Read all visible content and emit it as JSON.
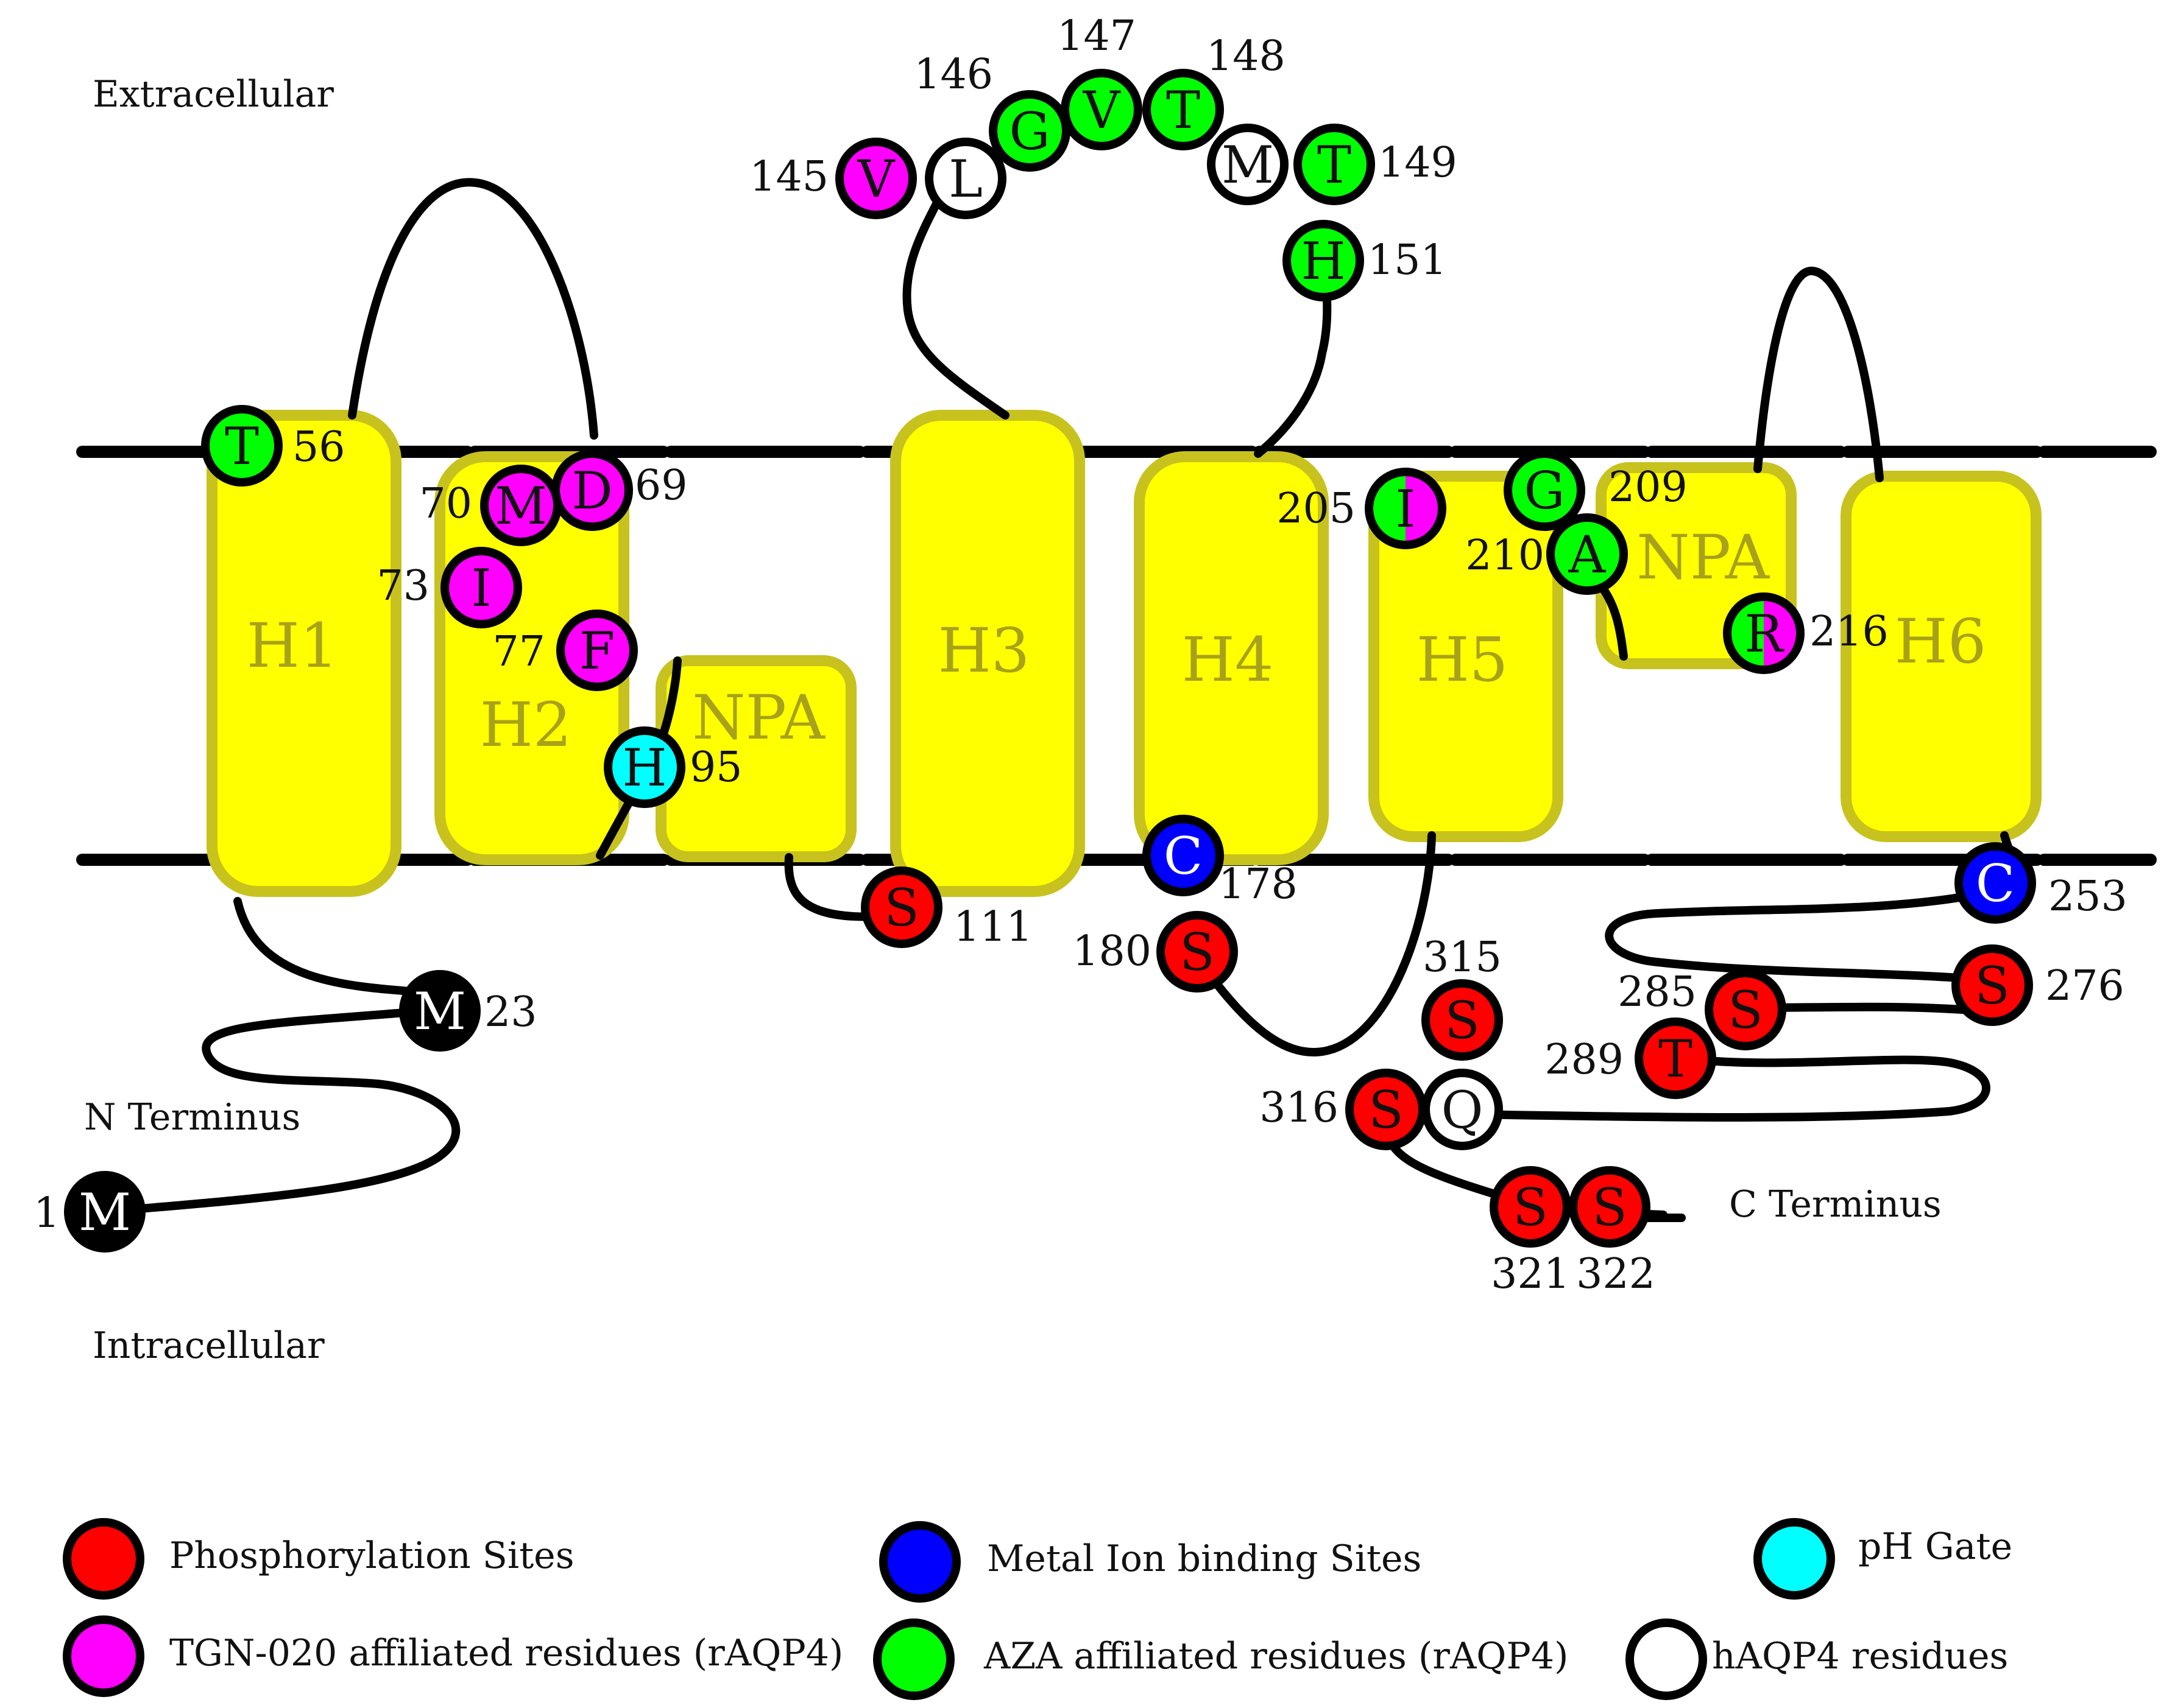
{
  "regions": {
    "extracellular": "Extracellular",
    "intracellular": "Intracellular",
    "n_terminus": "N Terminus",
    "c_terminus": "C Terminus"
  },
  "colors": {
    "phosphorylation": "#ff0000",
    "metal": "#0000ff",
    "ph_gate": "#00ffff",
    "tgn": "#ff00ff",
    "aza": "#00ff00",
    "haqp4": "#ffffff",
    "other": "#000000",
    "helix_fill": "#ffff00",
    "helix_stroke": "#c8c21e",
    "helix_text": "#a8a21a"
  },
  "helices": [
    {
      "id": "h1",
      "label": "H1"
    },
    {
      "id": "h2",
      "label": "H2"
    },
    {
      "id": "npa1",
      "label": "NPA"
    },
    {
      "id": "h3",
      "label": "H3"
    },
    {
      "id": "h4",
      "label": "H4"
    },
    {
      "id": "h5",
      "label": "H5"
    },
    {
      "id": "npa2",
      "label": "NPA"
    },
    {
      "id": "h6",
      "label": "H6"
    }
  ],
  "residues": [
    {
      "id": "m1",
      "letter": "M",
      "number": "1",
      "type": "other"
    },
    {
      "id": "m23",
      "letter": "M",
      "number": "23",
      "type": "other"
    },
    {
      "id": "t56",
      "letter": "T",
      "number": "56",
      "type": "aza"
    },
    {
      "id": "d69",
      "letter": "D",
      "number": "69",
      "type": "tgn"
    },
    {
      "id": "m70",
      "letter": "M",
      "number": "70",
      "type": "tgn"
    },
    {
      "id": "i73",
      "letter": "I",
      "number": "73",
      "type": "tgn"
    },
    {
      "id": "f77",
      "letter": "F",
      "number": "77",
      "type": "tgn"
    },
    {
      "id": "h95",
      "letter": "H",
      "number": "95",
      "type": "ph_gate"
    },
    {
      "id": "s111",
      "letter": "S",
      "number": "111",
      "type": "phosphorylation"
    },
    {
      "id": "v145",
      "letter": "V",
      "number": "145",
      "type": "tgn"
    },
    {
      "id": "l146",
      "letter": "L",
      "number": "",
      "type": "haqp4"
    },
    {
      "id": "g146",
      "letter": "G",
      "number": "146",
      "type": "aza"
    },
    {
      "id": "v147",
      "letter": "V",
      "number": "147",
      "type": "aza"
    },
    {
      "id": "t148",
      "letter": "T",
      "number": "148",
      "type": "aza"
    },
    {
      "id": "m148",
      "letter": "M",
      "number": "",
      "type": "haqp4"
    },
    {
      "id": "t149",
      "letter": "T",
      "number": "149",
      "type": "aza"
    },
    {
      "id": "h151",
      "letter": "H",
      "number": "151",
      "type": "aza"
    },
    {
      "id": "c178",
      "letter": "C",
      "number": "178",
      "type": "metal"
    },
    {
      "id": "s180",
      "letter": "S",
      "number": "180",
      "type": "phosphorylation"
    },
    {
      "id": "i205",
      "letter": "I",
      "number": "205",
      "type": "aza_tgn"
    },
    {
      "id": "g209",
      "letter": "G",
      "number": "209",
      "type": "aza"
    },
    {
      "id": "a210",
      "letter": "A",
      "number": "210",
      "type": "aza"
    },
    {
      "id": "r216",
      "letter": "R",
      "number": "216",
      "type": "aza_tgn"
    },
    {
      "id": "c253",
      "letter": "C",
      "number": "253",
      "type": "metal"
    },
    {
      "id": "s276",
      "letter": "S",
      "number": "276",
      "type": "phosphorylation"
    },
    {
      "id": "s285",
      "letter": "S",
      "number": "285",
      "type": "phosphorylation"
    },
    {
      "id": "t289",
      "letter": "T",
      "number": "289",
      "type": "phosphorylation"
    },
    {
      "id": "s315",
      "letter": "S",
      "number": "315",
      "type": "phosphorylation"
    },
    {
      "id": "s316",
      "letter": "S",
      "number": "316",
      "type": "phosphorylation"
    },
    {
      "id": "q316",
      "letter": "Q",
      "number": "",
      "type": "haqp4"
    },
    {
      "id": "s321",
      "letter": "S",
      "number": "321",
      "type": "phosphorylation"
    },
    {
      "id": "s322",
      "letter": "S",
      "number": "322",
      "type": "phosphorylation"
    }
  ],
  "legend": [
    {
      "label": "Phosphorylation Sites",
      "type": "phosphorylation"
    },
    {
      "label": "Metal Ion binding Sites",
      "type": "metal"
    },
    {
      "label": "pH Gate",
      "type": "ph_gate"
    },
    {
      "label": "TGN-020 affiliated residues (rAQP4)",
      "type": "tgn"
    },
    {
      "label": "AZA affiliated residues (rAQP4)",
      "type": "aza"
    },
    {
      "label": "hAQP4 residues",
      "type": "haqp4"
    }
  ]
}
